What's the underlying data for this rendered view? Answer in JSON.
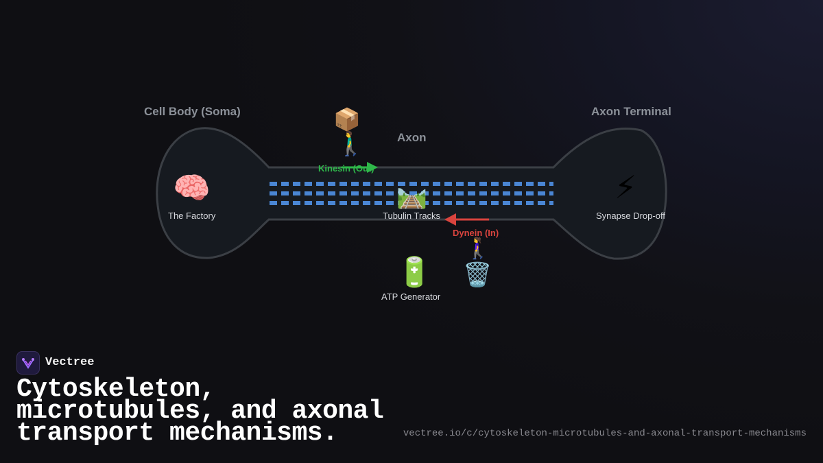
{
  "diagram": {
    "regions": {
      "cell_body": "Cell Body (Soma)",
      "axon": "Axon",
      "axon_terminal": "Axon Terminal"
    },
    "nodes": {
      "factory": {
        "icon": "brain-icon",
        "glyph": "🧠",
        "label": "The Factory"
      },
      "tracks": {
        "icon": "railway-track-icon",
        "glyph": "🛤️",
        "label": "Tubulin Tracks"
      },
      "synapse": {
        "icon": "lightning-icon",
        "glyph": "⚡",
        "label": "Synapse Drop-off"
      },
      "atp": {
        "icon": "battery-icon",
        "glyph": "🔋",
        "label": "ATP Generator"
      }
    },
    "motors": {
      "kinesin": {
        "label": "Kinesin (Out)",
        "cargo_icon": "package-icon",
        "cargo_glyph": "📦",
        "walker_icon": "walking-man-icon",
        "walker_glyph": "🚶‍♂️",
        "direction": "outward (soma to terminal)",
        "color": "#2fb84a"
      },
      "dynein": {
        "label": "Dynein (In)",
        "cargo_icon": "trash-can-icon",
        "cargo_glyph": "🗑️",
        "walker_icon": "walking-woman-icon",
        "walker_glyph": "🚶‍♀️",
        "direction": "inward (terminal to soma)",
        "color": "#d9443e"
      }
    },
    "colors": {
      "neuron_fill": "#161a20",
      "neuron_stroke": "#3b3f45",
      "microtubule": "#4a86d4"
    }
  },
  "brand": {
    "logo_icon": "vectree-logo-icon",
    "name": "Vectree"
  },
  "headline": "Cytoskeleton, microtubules, and axonal transport mechanisms.",
  "url": "vectree.io/c/cytoskeleton-microtubules-and-axonal-transport-mechanisms"
}
